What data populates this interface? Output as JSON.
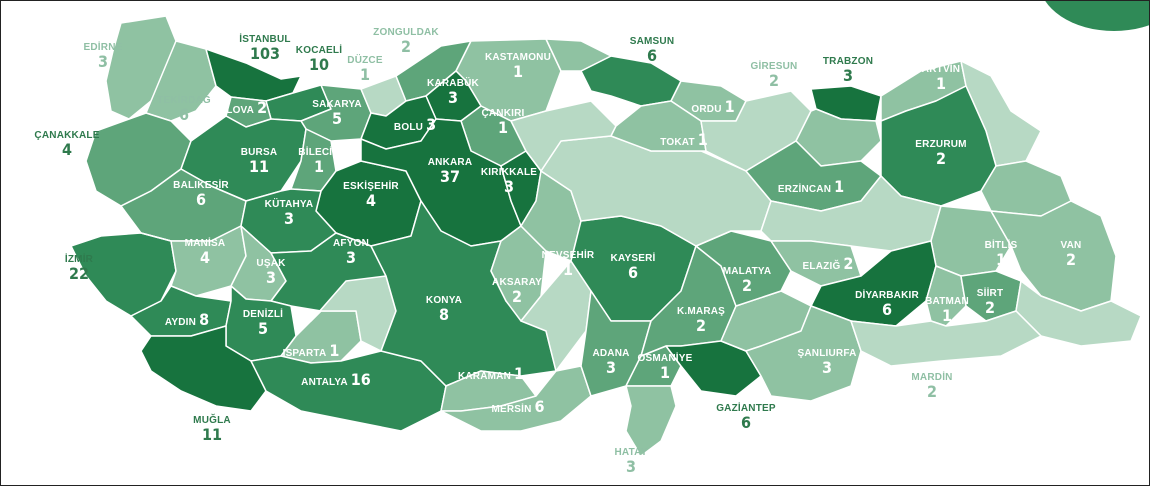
{
  "colors": {
    "darkest": "#17733e",
    "dark": "#2f8a57",
    "mid": "#5ea57a",
    "light": "#8fc2a2",
    "lightest": "#b7d9c4",
    "border": "#ffffff",
    "label_dark": "#2f7a4d",
    "label_light": "#8fbfa4"
  },
  "provinces": [
    {
      "name": "EDİRNE",
      "count": "3"
    },
    {
      "name": "İSTANBUL",
      "count": "103"
    },
    {
      "name": "KOCAELİ",
      "count": "10"
    },
    {
      "name": "DÜZCE",
      "count": "1"
    },
    {
      "name": "ZONGULDAK",
      "count": "2"
    },
    {
      "name": "KASTAMONU",
      "count": "1"
    },
    {
      "name": "SAMSUN",
      "count": "6"
    },
    {
      "name": "GİRESUN",
      "count": "2"
    },
    {
      "name": "TRABZON",
      "count": "3"
    },
    {
      "name": "ARTVİN",
      "count": "1"
    },
    {
      "name": "TEKİRDAĞ",
      "count": "6"
    },
    {
      "name": "YALOVA",
      "count": "2"
    },
    {
      "name": "SAKARYA",
      "count": "5"
    },
    {
      "name": "KARABÜK",
      "count": "3"
    },
    {
      "name": "BOLU",
      "count": "3"
    },
    {
      "name": "ÇANKIRI",
      "count": "1"
    },
    {
      "name": "ORDU",
      "count": "1"
    },
    {
      "name": "TOKAT",
      "count": "1"
    },
    {
      "name": "ÇANAKKALE",
      "count": "4"
    },
    {
      "name": "BURSA",
      "count": "11"
    },
    {
      "name": "BİLECİK",
      "count": "1"
    },
    {
      "name": "ANKARA",
      "count": "37"
    },
    {
      "name": "KIRIKKALE",
      "count": "3"
    },
    {
      "name": "ERZURUM",
      "count": "2"
    },
    {
      "name": "BALIKESİR",
      "count": "6"
    },
    {
      "name": "ESKİŞEHİR",
      "count": "4"
    },
    {
      "name": "ERZİNCAN",
      "count": "1"
    },
    {
      "name": "KÜTAHYA",
      "count": "3"
    },
    {
      "name": "MANİSA",
      "count": "4"
    },
    {
      "name": "AFYON",
      "count": "3"
    },
    {
      "name": "NEVŞEHİR",
      "count": "1"
    },
    {
      "name": "KAYSERİ",
      "count": "6"
    },
    {
      "name": "MALATYA",
      "count": "2"
    },
    {
      "name": "ELAZIĞ",
      "count": "2"
    },
    {
      "name": "BİTLİS",
      "count": "1"
    },
    {
      "name": "VAN",
      "count": "2"
    },
    {
      "name": "İZMİR",
      "count": "22"
    },
    {
      "name": "UŞAK",
      "count": "3"
    },
    {
      "name": "AKSARAY",
      "count": "2"
    },
    {
      "name": "DİYARBAKIR",
      "count": "6"
    },
    {
      "name": "BATMAN",
      "count": "1"
    },
    {
      "name": "SİİRT",
      "count": "2"
    },
    {
      "name": "AYDIN",
      "count": "8"
    },
    {
      "name": "DENİZLİ",
      "count": "5"
    },
    {
      "name": "KONYA",
      "count": "8"
    },
    {
      "name": "K.MARAŞ",
      "count": "2"
    },
    {
      "name": "ISPARTA",
      "count": "1"
    },
    {
      "name": "ADANA",
      "count": "3"
    },
    {
      "name": "OSMANİYE",
      "count": "1"
    },
    {
      "name": "ŞANLIURFA",
      "count": "3"
    },
    {
      "name": "MARDİN",
      "count": "2"
    },
    {
      "name": "ANTALYA",
      "count": "16"
    },
    {
      "name": "KARAMAN",
      "count": "1"
    },
    {
      "name": "MERSİN",
      "count": "6"
    },
    {
      "name": "GAZİANTEP",
      "count": "6"
    },
    {
      "name": "MUĞLA",
      "count": "11"
    },
    {
      "name": "HATAY",
      "count": "3"
    }
  ]
}
